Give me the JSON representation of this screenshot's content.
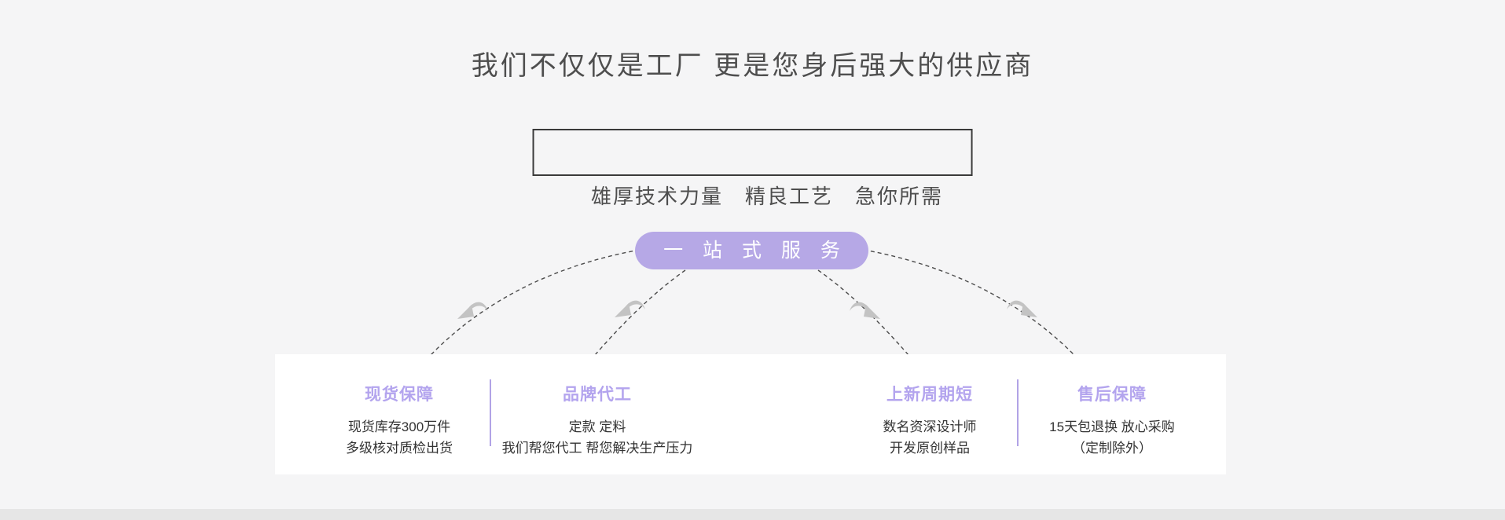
{
  "header": {
    "title": "我们不仅仅是工厂 更是您身后强大的供应商",
    "subtitle": "雄厚技术力量　精良工艺　急你所需"
  },
  "diagram": {
    "pill_label": "一 站 式 服 务",
    "connector_style": "dashed-arcs",
    "arrow_icons": [
      "curved-arrow-down-left",
      "curved-arrow-down-left",
      "curved-arrow-down-right",
      "curved-arrow-down-right"
    ]
  },
  "services": [
    {
      "title": "现货保障",
      "lines": [
        "现货库存300万件",
        "多级核对质检出货"
      ]
    },
    {
      "title": "品牌代工",
      "lines": [
        "定款 定料",
        "我们帮您代工 帮您解决生产压力"
      ]
    },
    {
      "title": "上新周期短",
      "lines": [
        "数名资深设计师",
        "开发原创样品"
      ]
    },
    {
      "title": "售后保障",
      "lines": [
        "15天包退换 放心采购",
        "（定制除外）"
      ]
    }
  ],
  "colors": {
    "background": "#f5f5f6",
    "bottom_bar": "#e6e6e6",
    "panel": "#ffffff",
    "accent_purple": "#b6a8e6",
    "service_title_purple": "#b3a4ee",
    "divider_purple": "#b1a3e6",
    "heading_text": "#4e4e4e",
    "body_text": "#333333",
    "dash_line": "#4c4c4c",
    "arrow_gray": "#c3c3c3",
    "box_border": "#3a3a3a"
  }
}
